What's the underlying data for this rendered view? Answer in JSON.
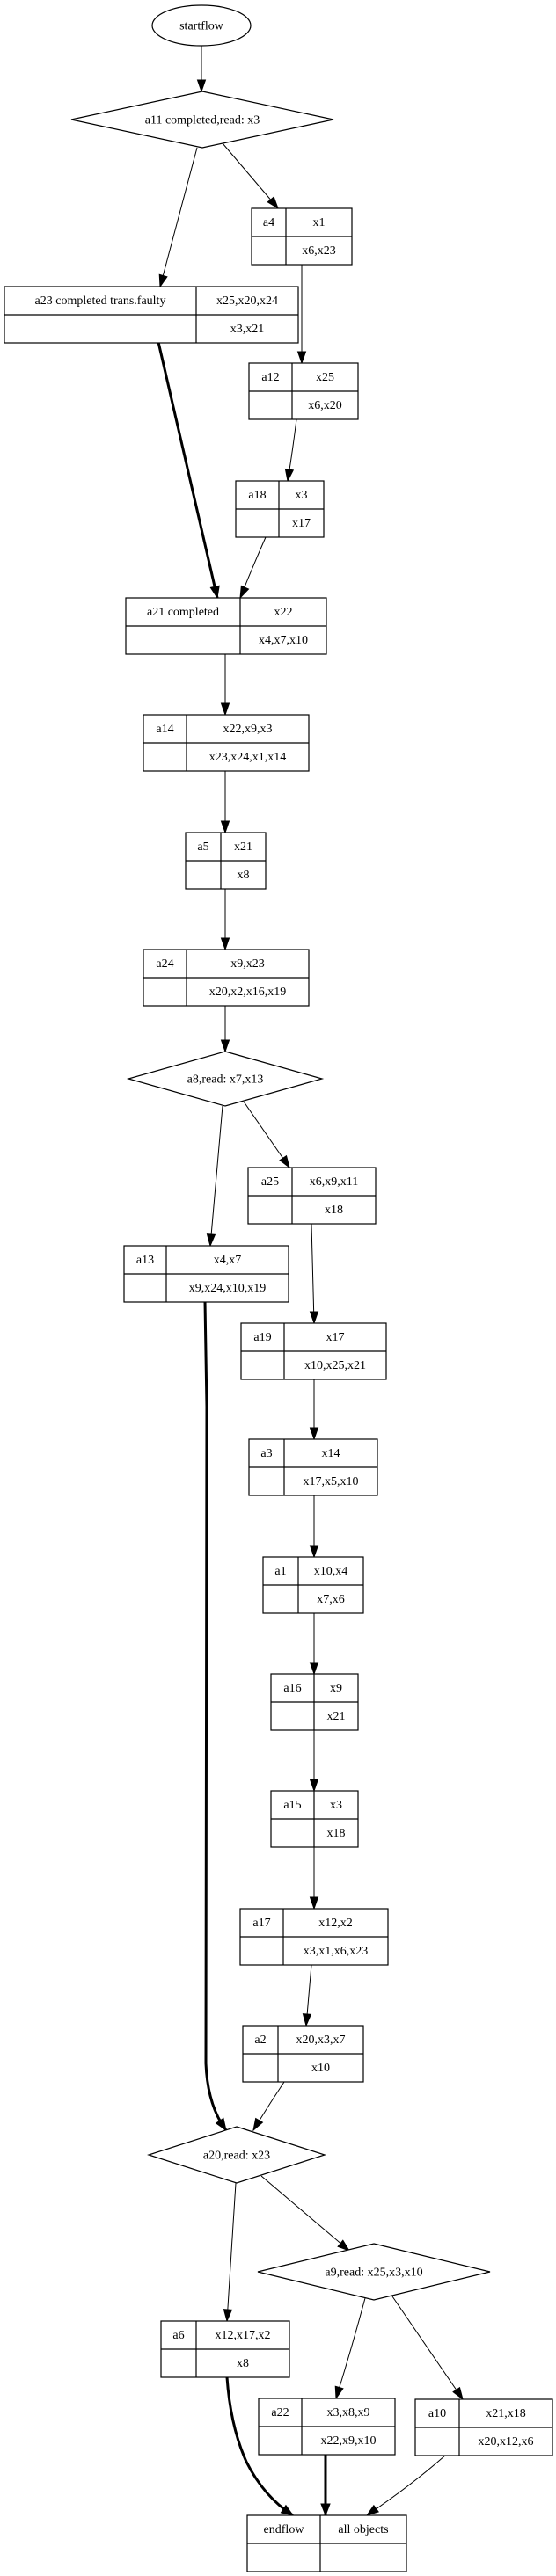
{
  "diagram": {
    "type": "flow-graph",
    "start": {
      "id": "startflow",
      "label": "startflow"
    },
    "decisions": [
      {
        "id": "a11",
        "label": "a11  completed,read: x3"
      },
      {
        "id": "a8",
        "label": "a8,read: x7,x13"
      },
      {
        "id": "a20",
        "label": "a20,read: x23"
      },
      {
        "id": "a9",
        "label": "a9,read: x25,x3,x10"
      }
    ],
    "records": [
      {
        "id": "a4",
        "name": "a4",
        "top": "x1",
        "bottom": "x6,x23"
      },
      {
        "id": "a23",
        "name": "a23  completed trans.faulty",
        "top": "x25,x20,x24",
        "bottom": "x3,x21"
      },
      {
        "id": "a12",
        "name": "a12",
        "top": "x25",
        "bottom": "x6,x20"
      },
      {
        "id": "a18",
        "name": "a18",
        "top": "x3",
        "bottom": "x17"
      },
      {
        "id": "a21",
        "name": "a21 completed",
        "top": "x22",
        "bottom": "x4,x7,x10"
      },
      {
        "id": "a14",
        "name": "a14",
        "top": "x22,x9,x3",
        "bottom": "x23,x24,x1,x14"
      },
      {
        "id": "a5",
        "name": "a5",
        "top": "x21",
        "bottom": "x8"
      },
      {
        "id": "a24",
        "name": "a24",
        "top": "x9,x23",
        "bottom": "x20,x2,x16,x19"
      },
      {
        "id": "a25",
        "name": "a25",
        "top": "x6,x9,x11",
        "bottom": "x18"
      },
      {
        "id": "a13",
        "name": "a13",
        "top": "x4,x7",
        "bottom": "x9,x24,x10,x19"
      },
      {
        "id": "a19",
        "name": "a19",
        "top": "x17",
        "bottom": "x10,x25,x21"
      },
      {
        "id": "a3",
        "name": "a3",
        "top": "x14",
        "bottom": "x17,x5,x10"
      },
      {
        "id": "a1",
        "name": "a1",
        "top": "x10,x4",
        "bottom": "x7,x6"
      },
      {
        "id": "a16",
        "name": "a16",
        "top": "x9",
        "bottom": "x21"
      },
      {
        "id": "a15",
        "name": "a15",
        "top": "x3",
        "bottom": "x18"
      },
      {
        "id": "a17",
        "name": "a17",
        "top": "x12,x2",
        "bottom": "x3,x1,x6,x23"
      },
      {
        "id": "a2",
        "name": "a2",
        "top": "x20,x3,x7",
        "bottom": "x10"
      },
      {
        "id": "a6",
        "name": "a6",
        "top": "x12,x17,x2",
        "bottom": "x8"
      },
      {
        "id": "a22",
        "name": "a22",
        "top": "x3,x8,x9",
        "bottom": "x22,x9,x10"
      },
      {
        "id": "a10",
        "name": "a10",
        "top": "x21,x18",
        "bottom": "x20,x12,x6"
      },
      {
        "id": "endflow",
        "name": "endflow",
        "top": "all objects",
        "bottom": ""
      }
    ],
    "edges": [
      {
        "from": "startflow",
        "to": "a11",
        "bold": false
      },
      {
        "from": "a11",
        "to": "a23",
        "bold": false
      },
      {
        "from": "a11",
        "to": "a4",
        "bold": false
      },
      {
        "from": "a4",
        "to": "a12",
        "bold": false
      },
      {
        "from": "a12",
        "to": "a18",
        "bold": false
      },
      {
        "from": "a23",
        "to": "a21",
        "bold": true
      },
      {
        "from": "a18",
        "to": "a21",
        "bold": false
      },
      {
        "from": "a21",
        "to": "a14",
        "bold": false
      },
      {
        "from": "a14",
        "to": "a5",
        "bold": false
      },
      {
        "from": "a5",
        "to": "a24",
        "bold": false
      },
      {
        "from": "a24",
        "to": "a8",
        "bold": false
      },
      {
        "from": "a8",
        "to": "a13",
        "bold": false
      },
      {
        "from": "a8",
        "to": "a25",
        "bold": false
      },
      {
        "from": "a25",
        "to": "a19",
        "bold": false
      },
      {
        "from": "a19",
        "to": "a3",
        "bold": false
      },
      {
        "from": "a3",
        "to": "a1",
        "bold": false
      },
      {
        "from": "a1",
        "to": "a16",
        "bold": false
      },
      {
        "from": "a16",
        "to": "a15",
        "bold": false
      },
      {
        "from": "a15",
        "to": "a17",
        "bold": false
      },
      {
        "from": "a17",
        "to": "a2",
        "bold": false
      },
      {
        "from": "a13",
        "to": "a20",
        "bold": true
      },
      {
        "from": "a2",
        "to": "a20",
        "bold": false
      },
      {
        "from": "a20",
        "to": "a6",
        "bold": false
      },
      {
        "from": "a20",
        "to": "a9",
        "bold": false
      },
      {
        "from": "a9",
        "to": "a22",
        "bold": false
      },
      {
        "from": "a9",
        "to": "a10",
        "bold": false
      },
      {
        "from": "a6",
        "to": "endflow",
        "bold": true
      },
      {
        "from": "a22",
        "to": "endflow",
        "bold": true
      },
      {
        "from": "a10",
        "to": "endflow",
        "bold": false
      }
    ]
  }
}
